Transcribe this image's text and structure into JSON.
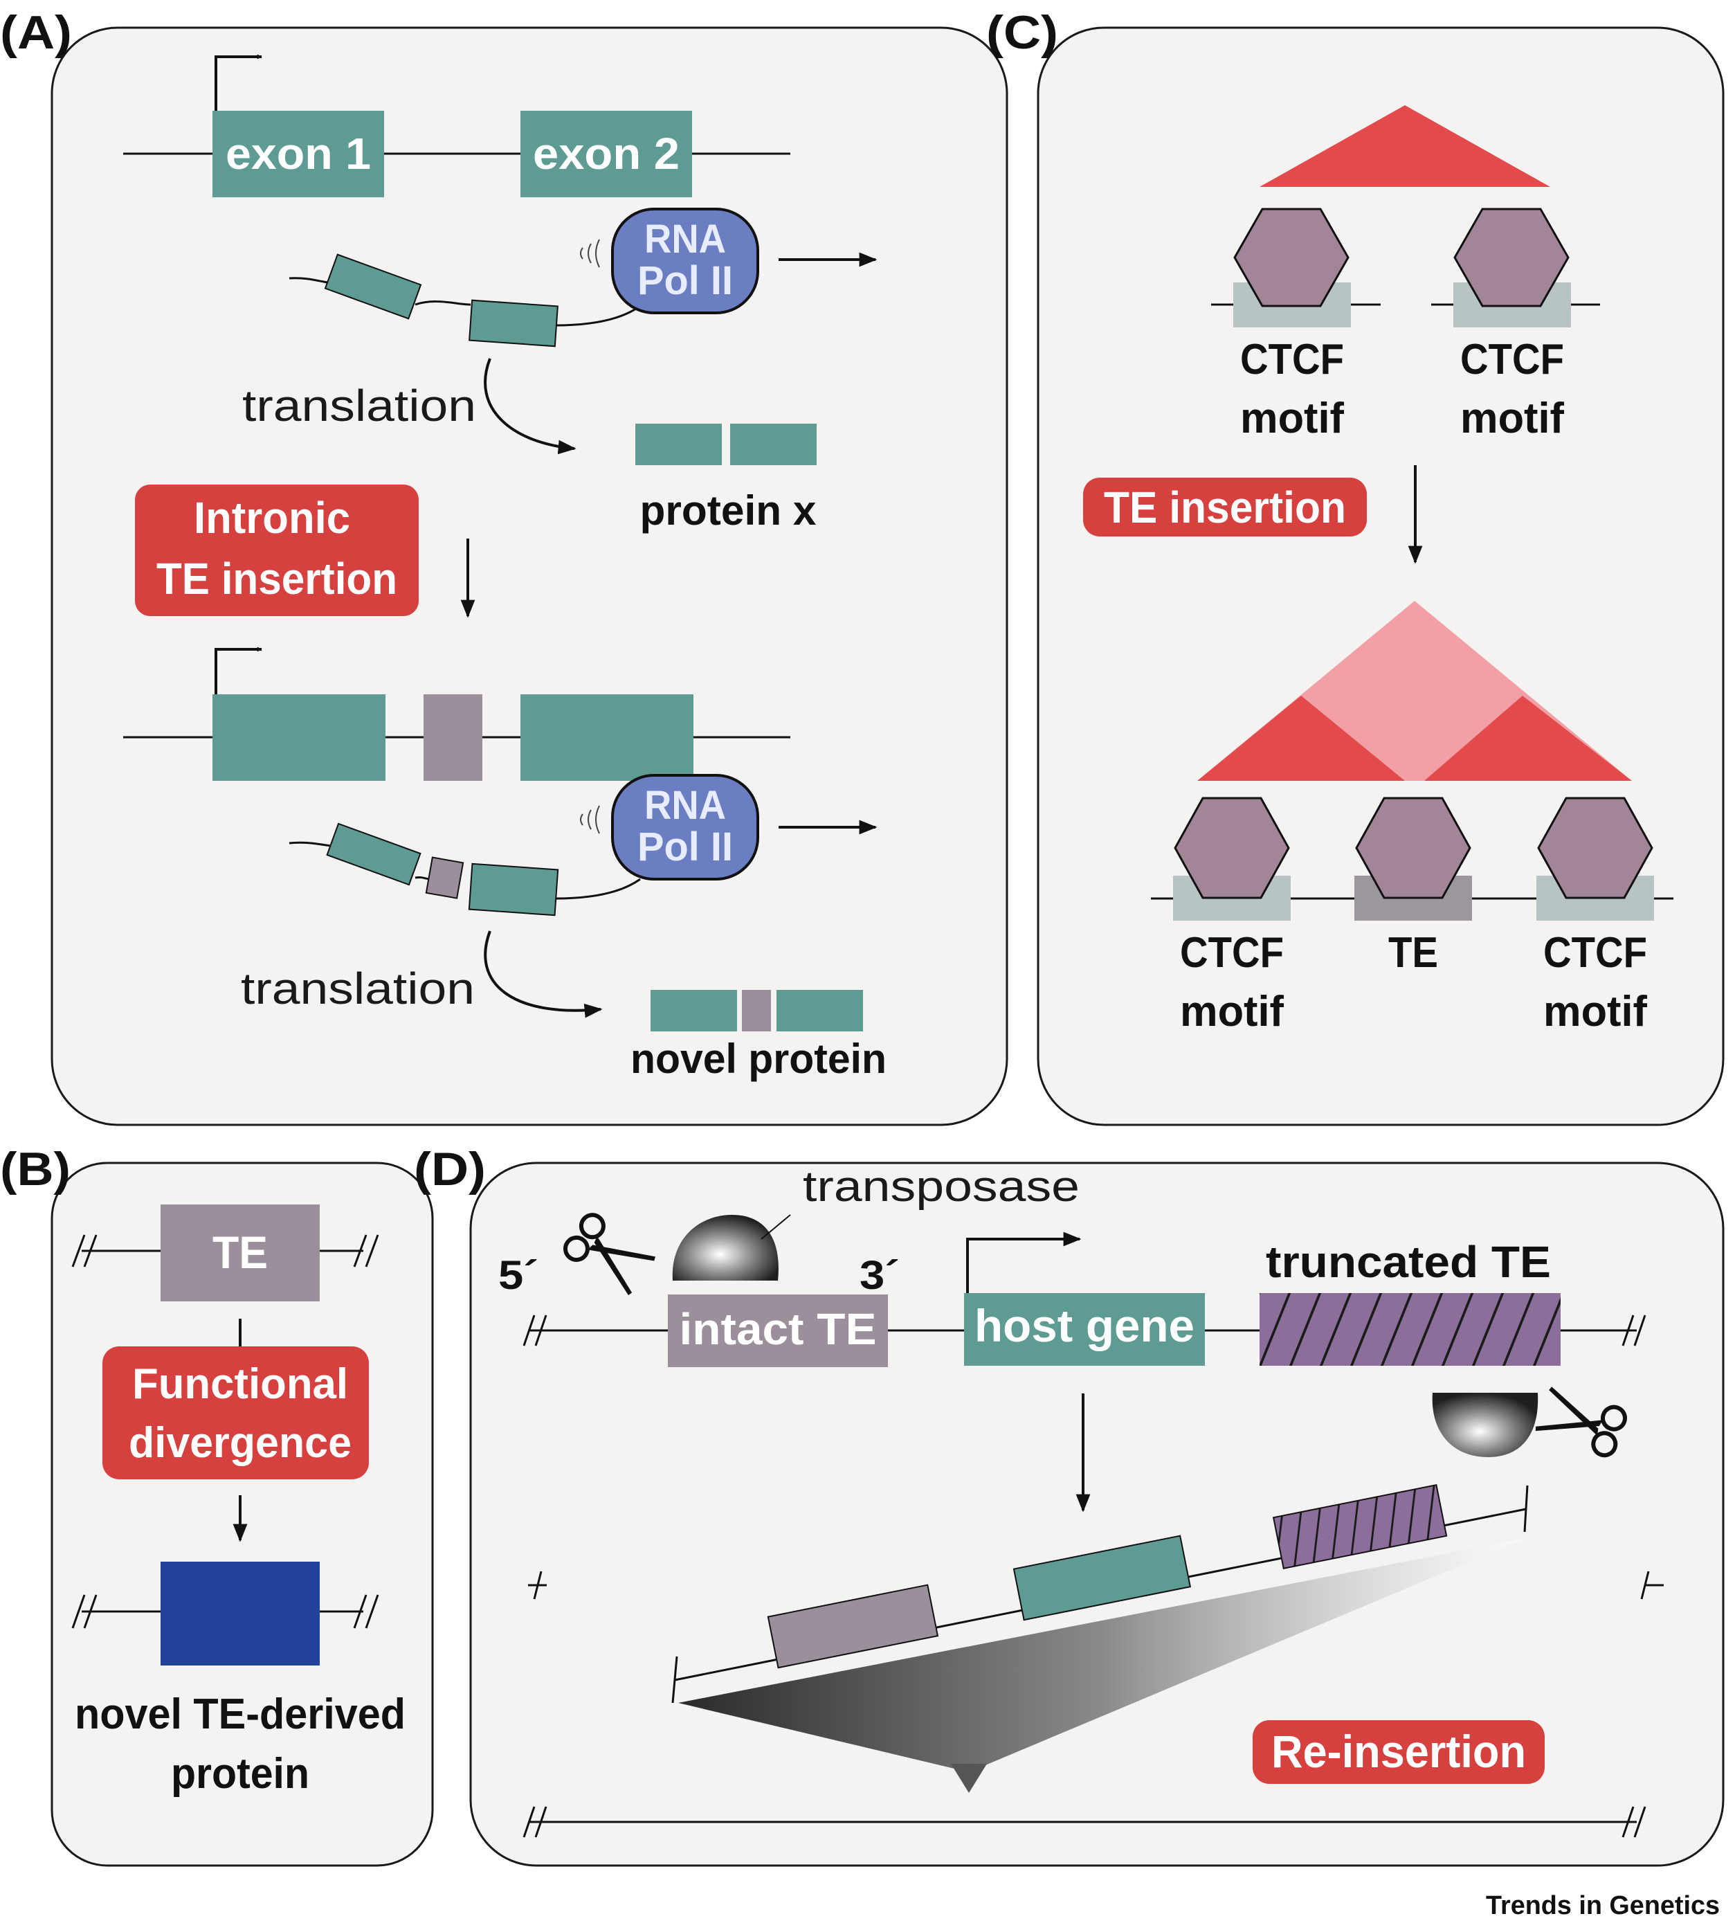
{
  "panel_labels": {
    "a": "(A)",
    "b": "(B)",
    "c": "(C)",
    "d": "(D)"
  },
  "panel_a": {
    "exon1": "exon 1",
    "exon2": "exon 2",
    "polymerase_line1": "RNA",
    "polymerase_line2": "Pol II",
    "translation": "translation",
    "protein_x": "protein x",
    "insertion_line1": "Intronic",
    "insertion_line2": "TE insertion",
    "novel_protein": "novel protein"
  },
  "panel_b": {
    "te": "TE",
    "divergence_line1": "Functional",
    "divergence_line2": "divergence",
    "result_line1": "novel TE-derived",
    "result_line2": "protein"
  },
  "panel_c": {
    "ctcf_word": "CTCF",
    "motif_word": "motif",
    "te_insertion": "TE insertion",
    "te": "TE"
  },
  "panel_d": {
    "transposase": "transposase",
    "five_prime": "5´",
    "three_prime": "3´",
    "intact_te": "intact TE",
    "host_gene": "host gene",
    "truncated_te": "truncated TE",
    "reinsertion": "Re-insertion"
  },
  "credit": "Trends in Genetics",
  "colors": {
    "panel_bg": "#f4f3f2",
    "teal": "#5e9b93",
    "te_gray": "#9a8f9b",
    "purple_hex": "#a28597",
    "motif_gray": "#b8c3c4",
    "te_block_gray": "#9c979d",
    "red": "#d6403f",
    "tad_red": "#e34a4c",
    "tad_pink": "#f2a0a5",
    "polymerase_blue": "#6b7ec2",
    "navy": "#23429a",
    "hatch_purple": "#8c6e9a"
  },
  "icons": [
    "scissors-icon",
    "transposase-icon",
    "promoter-arrow-icon",
    "direction-arrow-icon",
    "genome-break-icon"
  ]
}
